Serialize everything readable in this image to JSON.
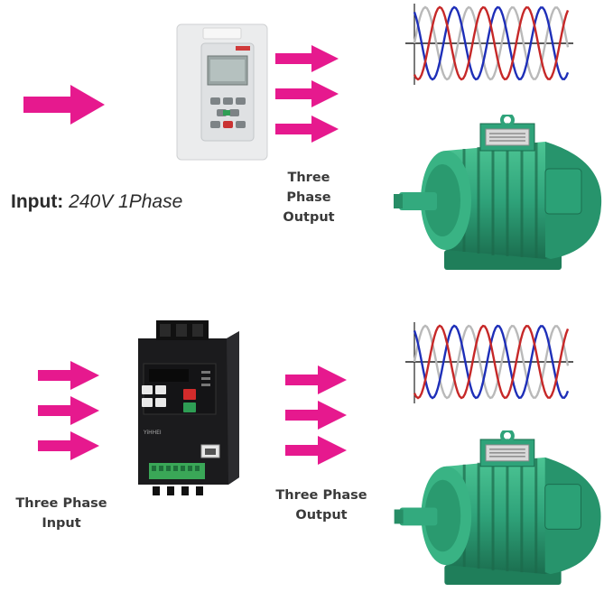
{
  "colors": {
    "arrow": "#e6198e",
    "phase1": "#c62828",
    "phase2": "#1e2fb8",
    "phase3": "#b9b9b9",
    "axis": "#222222",
    "motor": "#2fa37a",
    "motor_dark": "#1b6e4f",
    "vfd1_body": "#e9eaec",
    "vfd2_body": "#1b1b1d",
    "vfd2_terminal": "#3aa757"
  },
  "top": {
    "input_label_key": "Input:",
    "input_label_value": "240V 1Phase",
    "output_label_line1": "Three Phase",
    "output_label_line2": "Output",
    "drive_icon": "single-phase-vfd",
    "waveform_icon": "three-phase-sine-waveform",
    "motor_icon": "green-induction-motor"
  },
  "bottom": {
    "input_label_line1": "Three Phase",
    "input_label_line2": "Input",
    "output_label_line1": "Three Phase",
    "output_label_line2": "Output",
    "drive_icon": "three-phase-vfd",
    "drive_brand": "YiHHEI",
    "waveform_icon": "three-phase-sine-waveform",
    "motor_icon": "green-induction-motor"
  }
}
